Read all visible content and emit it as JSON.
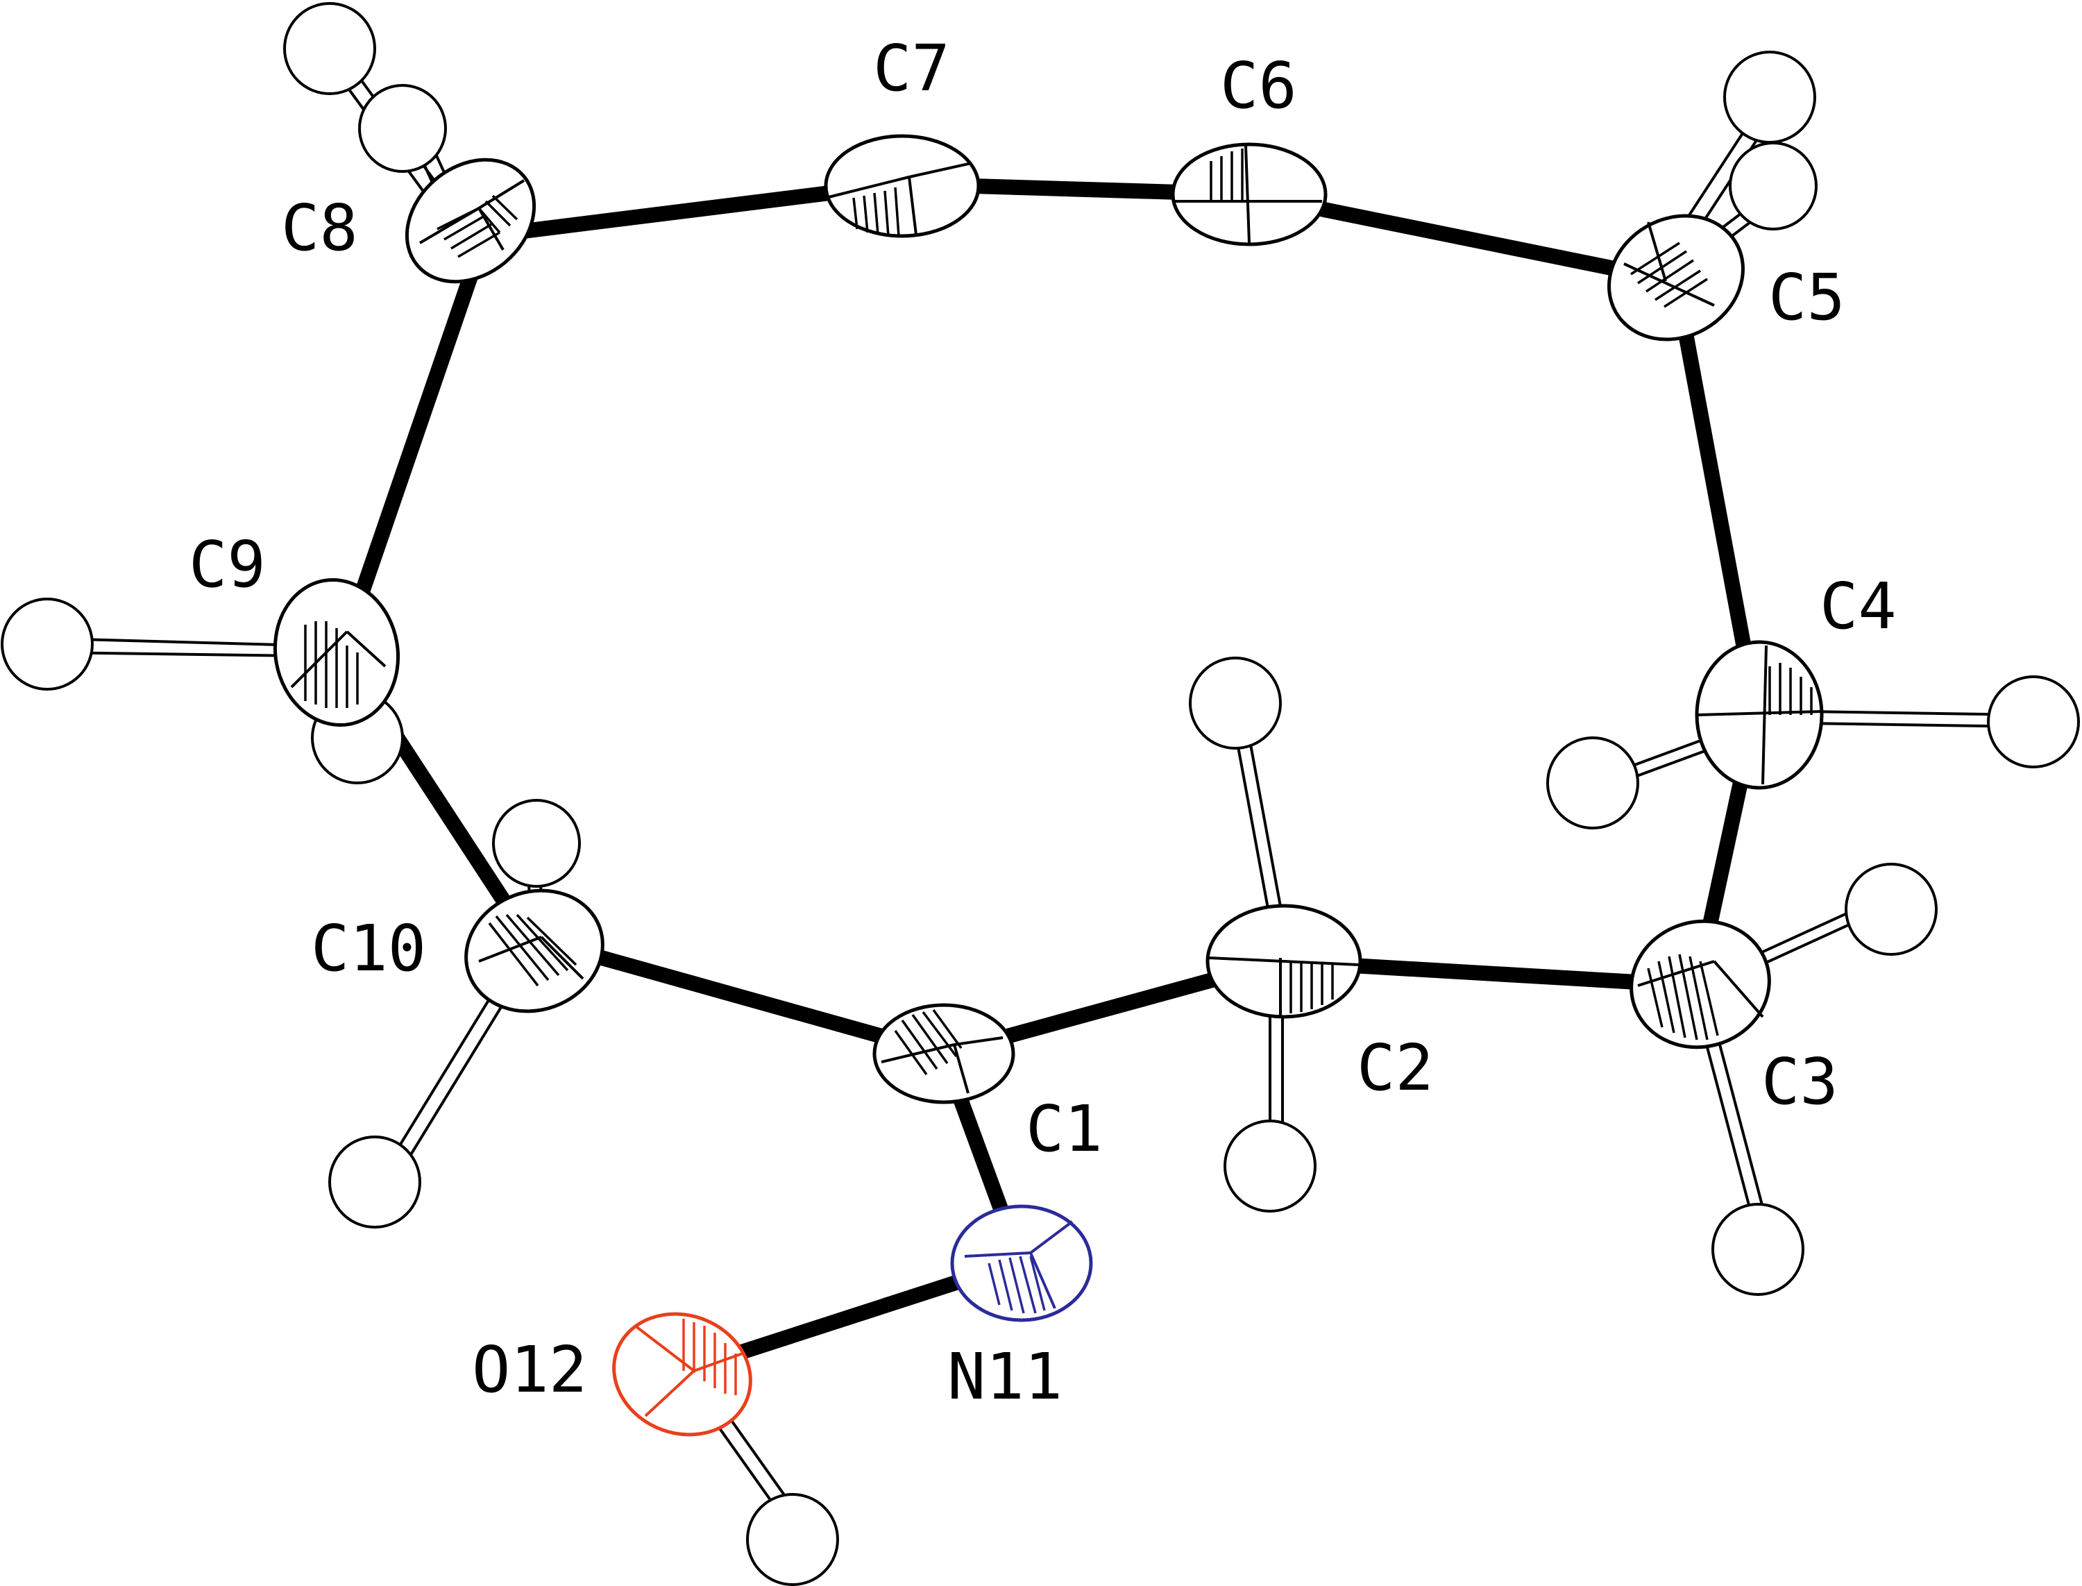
{
  "molecule": {
    "atoms": [
      {
        "id": "C1",
        "element": "C",
        "label": "C1",
        "color": "#000000"
      },
      {
        "id": "C2",
        "element": "C",
        "label": "C2",
        "color": "#000000"
      },
      {
        "id": "C3",
        "element": "C",
        "label": "C3",
        "color": "#000000"
      },
      {
        "id": "C4",
        "element": "C",
        "label": "C4",
        "color": "#000000"
      },
      {
        "id": "C5",
        "element": "C",
        "label": "C5",
        "color": "#000000"
      },
      {
        "id": "C6",
        "element": "C",
        "label": "C6",
        "color": "#000000"
      },
      {
        "id": "C7",
        "element": "C",
        "label": "C7",
        "color": "#000000"
      },
      {
        "id": "C8",
        "element": "C",
        "label": "C8",
        "color": "#000000"
      },
      {
        "id": "C9",
        "element": "C",
        "label": "C9",
        "color": "#000000"
      },
      {
        "id": "C10",
        "element": "C",
        "label": "C10",
        "color": "#000000"
      },
      {
        "id": "N11",
        "element": "N",
        "label": "N11",
        "color": "#2b2b9a"
      },
      {
        "id": "O12",
        "element": "O",
        "label": "O12",
        "color": "#e8401c"
      }
    ],
    "bonds": [
      [
        "C1",
        "C2"
      ],
      [
        "C2",
        "C3"
      ],
      [
        "C3",
        "C4"
      ],
      [
        "C4",
        "C5"
      ],
      [
        "C5",
        "C6"
      ],
      [
        "C6",
        "C7"
      ],
      [
        "C7",
        "C8"
      ],
      [
        "C8",
        "C9"
      ],
      [
        "C9",
        "C10"
      ],
      [
        "C10",
        "C1"
      ],
      [
        "C1",
        "N11"
      ],
      [
        "N11",
        "O12"
      ]
    ]
  }
}
